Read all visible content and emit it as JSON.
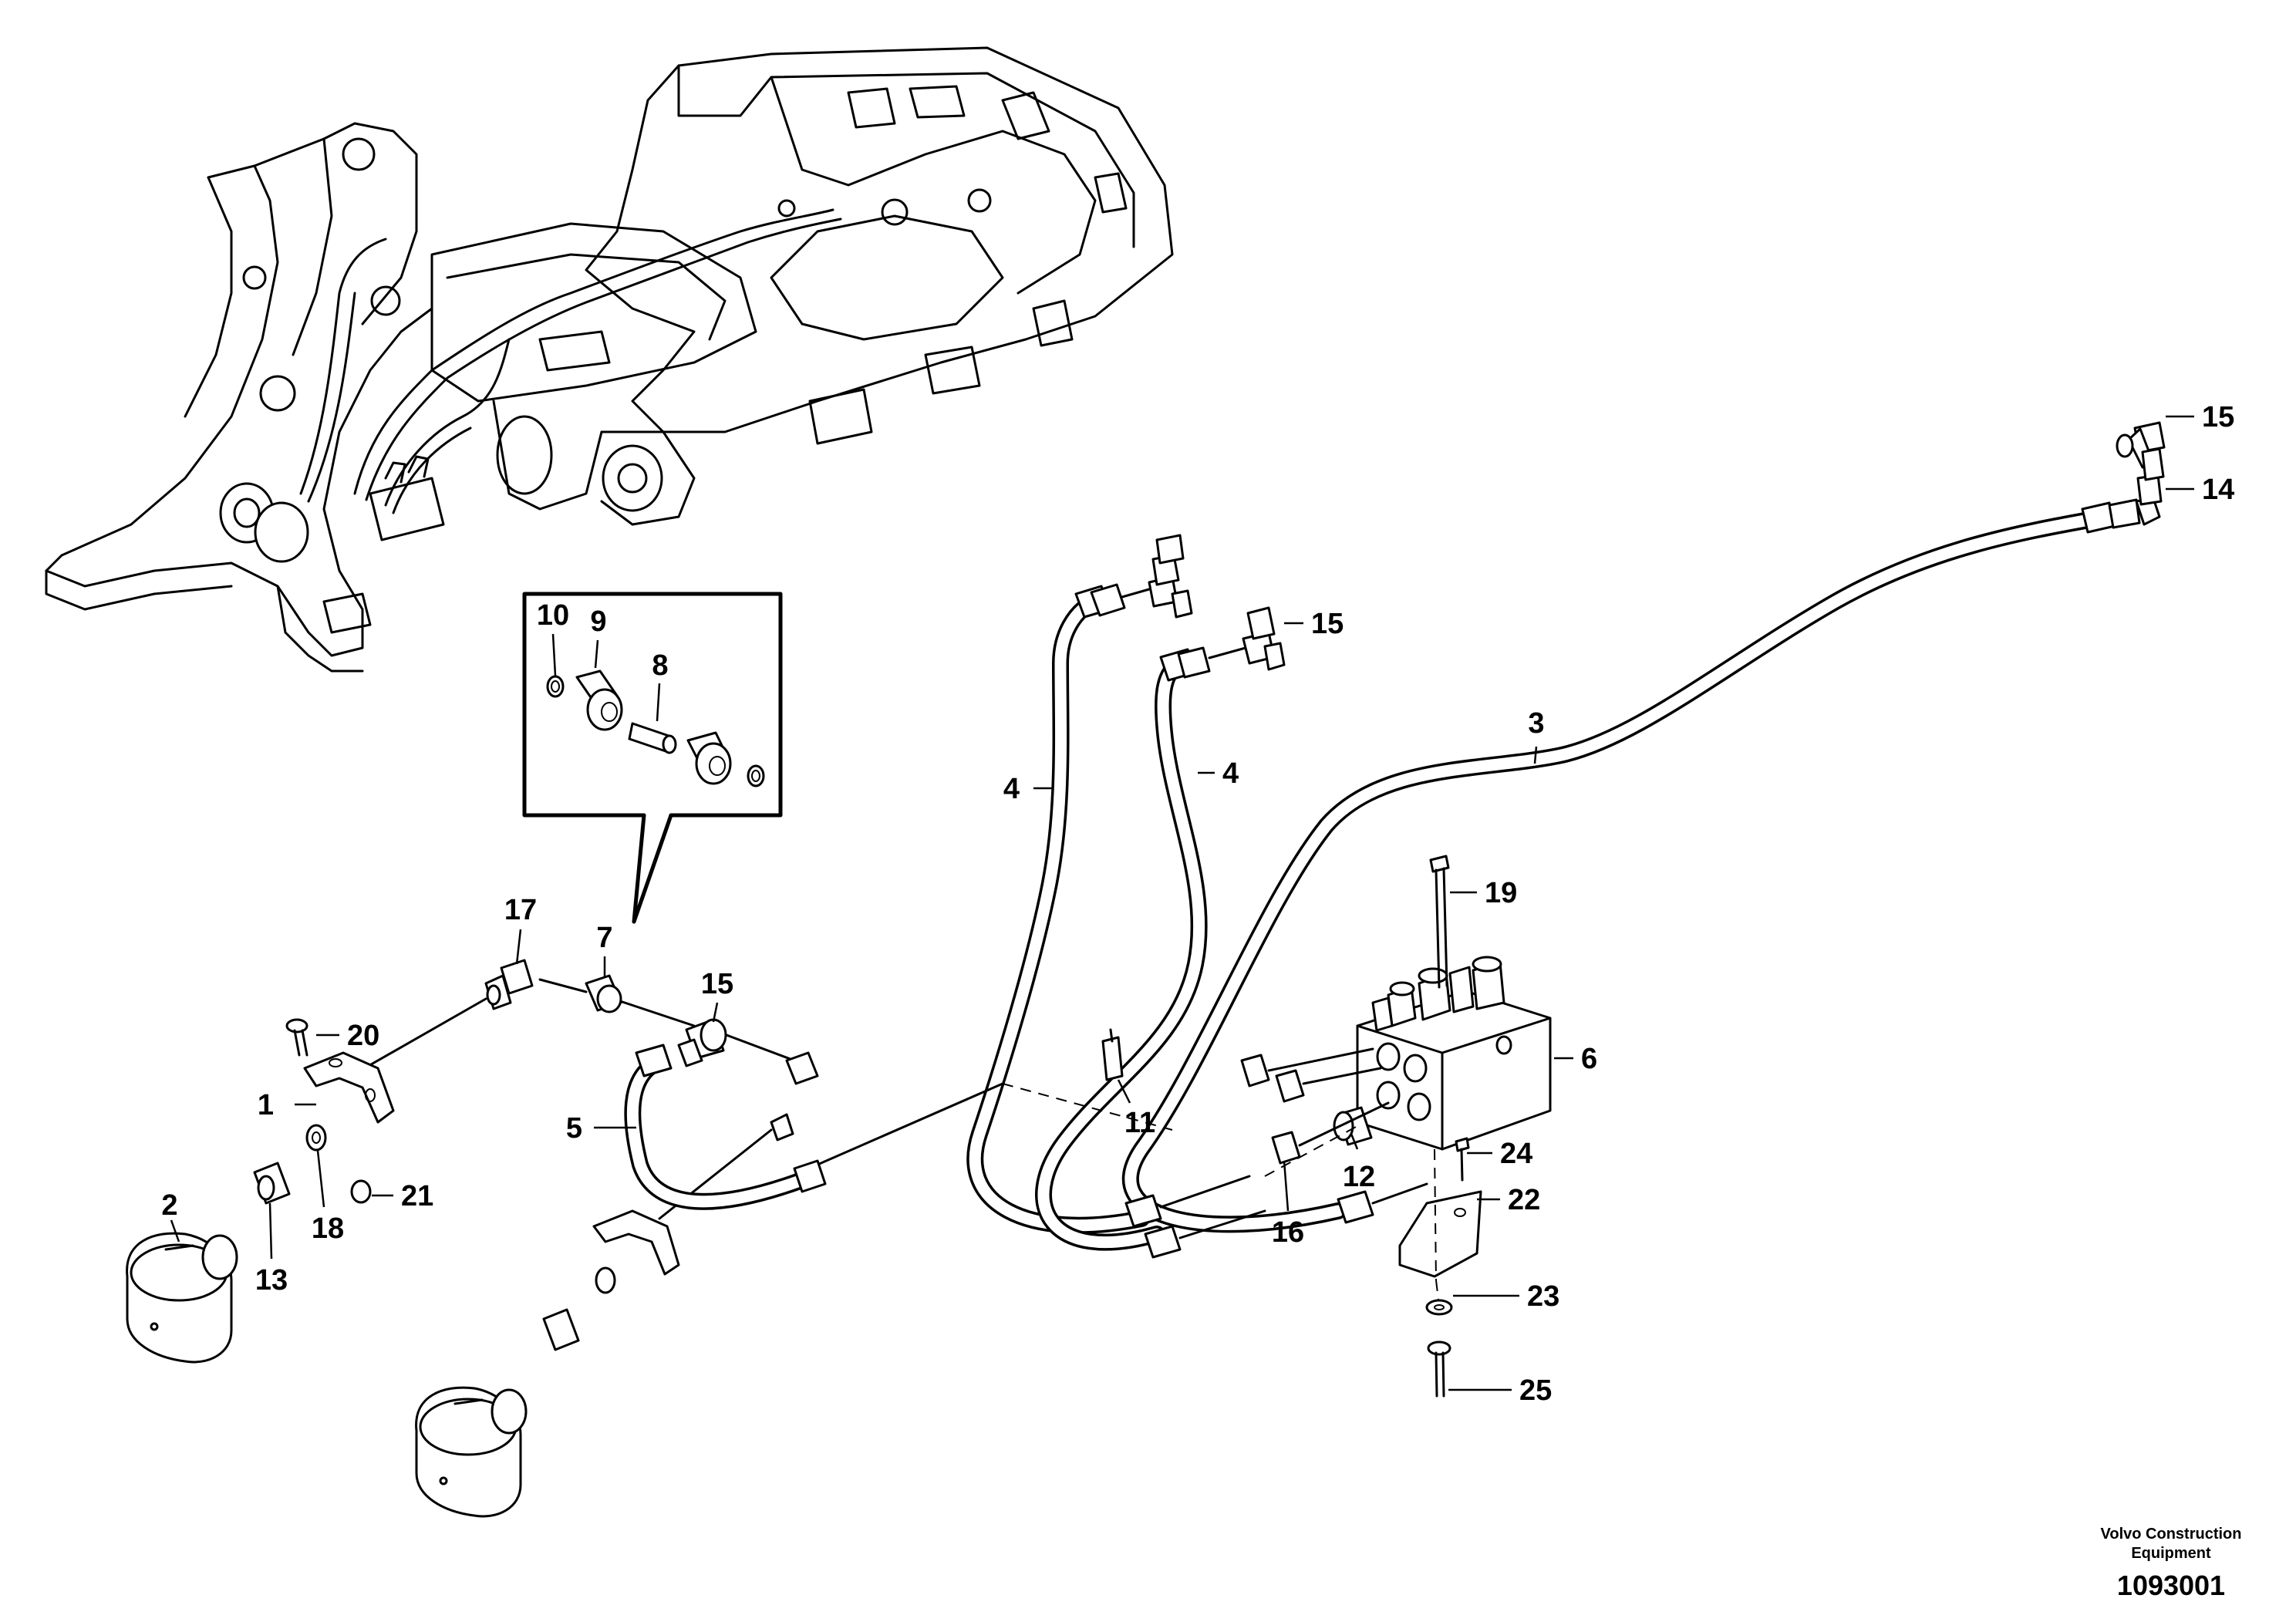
{
  "callouts": [
    {
      "id": "c1",
      "text": "1"
    },
    {
      "id": "c2",
      "text": "2"
    },
    {
      "id": "c3",
      "text": "3"
    },
    {
      "id": "c4a",
      "text": "4"
    },
    {
      "id": "c4b",
      "text": "4"
    },
    {
      "id": "c5",
      "text": "5"
    },
    {
      "id": "c6",
      "text": "6"
    },
    {
      "id": "c7",
      "text": "7"
    },
    {
      "id": "c8",
      "text": "8"
    },
    {
      "id": "c9",
      "text": "9"
    },
    {
      "id": "c10",
      "text": "10"
    },
    {
      "id": "c11",
      "text": "11"
    },
    {
      "id": "c12",
      "text": "12"
    },
    {
      "id": "c13",
      "text": "13"
    },
    {
      "id": "c14",
      "text": "14"
    },
    {
      "id": "c15a",
      "text": "15"
    },
    {
      "id": "c15b",
      "text": "15"
    },
    {
      "id": "c15c",
      "text": "15"
    },
    {
      "id": "c16",
      "text": "16"
    },
    {
      "id": "c17",
      "text": "17"
    },
    {
      "id": "c18",
      "text": "18"
    },
    {
      "id": "c19",
      "text": "19"
    },
    {
      "id": "c20",
      "text": "20"
    },
    {
      "id": "c21",
      "text": "21"
    },
    {
      "id": "c22",
      "text": "22"
    },
    {
      "id": "c23",
      "text": "23"
    },
    {
      "id": "c24",
      "text": "24"
    },
    {
      "id": "c25",
      "text": "25"
    }
  ],
  "publisher": {
    "line1": "Volvo Construction",
    "line2": "Equipment",
    "figure_number": "1093001"
  }
}
